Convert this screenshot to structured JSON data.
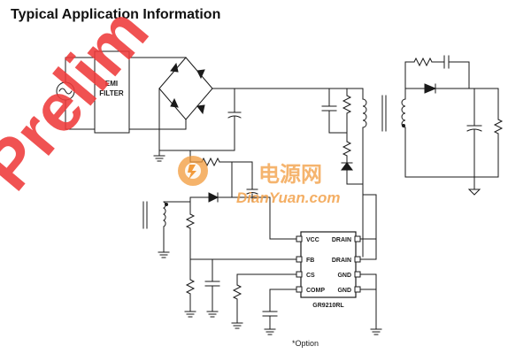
{
  "page": {
    "title": "Typical Application Information"
  },
  "diagram": {
    "emi_filter_label_1": "EMI",
    "emi_filter_label_2": "FILTER",
    "ic_name": "GR9210RL",
    "ic_pins_left": [
      "VCC",
      "FB",
      "CS",
      "COMP"
    ],
    "ic_pins_right": [
      "DRAIN",
      "DRAIN",
      "GND",
      "GND"
    ],
    "option_note": "*Option"
  },
  "watermark": {
    "preliminary_text": "Prelim",
    "site_cn": "电源网",
    "site_en": "DianYuan.com",
    "colors": {
      "preliminary": "#ee3a3a",
      "logo_orange": "#f29a3a",
      "site_text": "#f2a14a"
    }
  },
  "colors": {
    "wire": "#1a1a1a",
    "background": "#ffffff"
  }
}
